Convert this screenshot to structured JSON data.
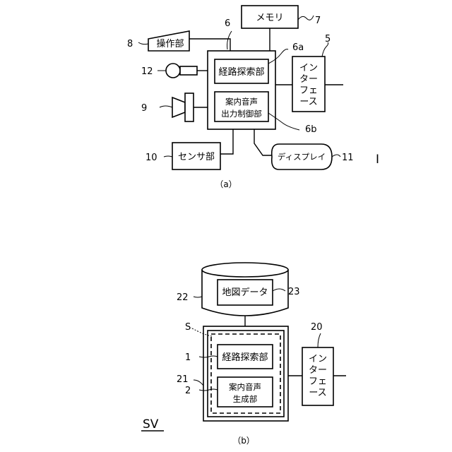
{
  "fig_a": {
    "caption": "（a）",
    "system_label": "I",
    "memory": {
      "label": "メモリ",
      "ref": "7"
    },
    "operation": {
      "label": "操作部",
      "ref": "8"
    },
    "controller": {
      "ref": "6"
    },
    "route_search": {
      "label": "経路探索部",
      "ref": "6a"
    },
    "guidance_output": {
      "line1": "案内音声",
      "line2": "出力制御部",
      "ref": "6b"
    },
    "interface": {
      "line1": "イン",
      "line2": "ター",
      "line3": "フェ",
      "line4": "ース",
      "ref": "5"
    },
    "microphone": {
      "ref": "12"
    },
    "speaker": {
      "ref": "9"
    },
    "sensor": {
      "label": "センサ部",
      "ref": "10"
    },
    "display": {
      "label": "ディスプレイ",
      "ref": "11"
    }
  },
  "fig_b": {
    "caption": "（b）",
    "system_label": "SV",
    "database": {
      "ref": "22"
    },
    "map_data": {
      "label": "地図データ",
      "ref": "23"
    },
    "interface": {
      "line1": "イン",
      "line2": "ター",
      "line3": "フェ",
      "line4": "ース",
      "ref": "20"
    },
    "server": {
      "ref": "21"
    },
    "dashed_group": {
      "ref": "S"
    },
    "route_search": {
      "label": "経路探索部",
      "ref": "1"
    },
    "guidance_gen": {
      "line1": "案内音声",
      "line2": "生成部",
      "ref": "2"
    }
  }
}
